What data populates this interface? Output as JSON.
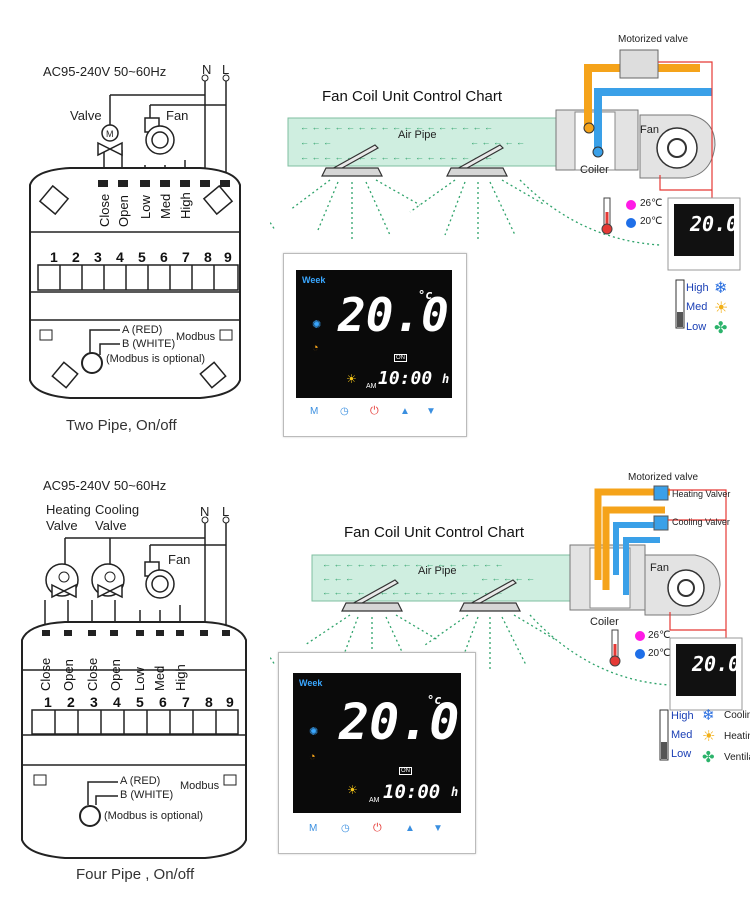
{
  "panel1": {
    "power_spec": "AC95-240V  50~60Hz",
    "n_label": "N",
    "l_label": "L",
    "valve_label": "Valve",
    "fan_label": "Fan",
    "wire_labels": [
      "Close",
      "Open",
      "Low",
      "Med",
      "High"
    ],
    "terminals": [
      "1",
      "2",
      "3",
      "4",
      "5",
      "6",
      "7",
      "8",
      "9"
    ],
    "modbus_a": "A (RED)",
    "modbus_b": "B (WHITE)",
    "modbus_title": "Modbus",
    "modbus_note": "(Modbus is optional)",
    "caption": "Two Pipe, On/off"
  },
  "chart1": {
    "title": "Fan Coil Unit Control Chart",
    "air_pipe": "Air Pipe",
    "motorized_valve": "Motorized valve",
    "fan": "Fan",
    "coiler": "Coiler",
    "temp_hot": "26℃",
    "temp_cold": "20℃"
  },
  "panel2": {
    "power_spec": "AC95-240V  50~60Hz",
    "n_label": "N",
    "l_label": "L",
    "heating_valve_label_1": "Heating",
    "heating_valve_label_2": "Valve",
    "cooling_valve_label_1": "Cooling",
    "cooling_valve_label_2": "Valve",
    "fan_label": "Fan",
    "wire_labels": [
      "Close",
      "Open",
      "Close",
      "Open",
      "Low",
      "Med",
      "High"
    ],
    "terminals": [
      "1",
      "2",
      "3",
      "4",
      "5",
      "6",
      "7",
      "8",
      "9"
    ],
    "modbus_a": "A (RED)",
    "modbus_b": "B (WHITE)",
    "modbus_title": "Modbus",
    "modbus_note": "(Modbus is optional)",
    "caption": "Four Pipe , On/off"
  },
  "chart2": {
    "title": "Fan Coil Unit Control Chart",
    "air_pipe": "Air Pipe",
    "motorized_valve": "Motorized valve",
    "heating_valver": "Heating Valver",
    "cooling_valver": "Cooling Valver",
    "fan": "Fan",
    "coiler": "Coiler",
    "temp_hot": "26℃",
    "temp_cold": "20℃",
    "mode_cooling": "Cooling",
    "mode_heating": "Heating",
    "mode_ventilation": "Ventilat"
  },
  "thermostat": {
    "week_label": "Week",
    "temperature": "20.0",
    "unit": "°c",
    "am": "AM",
    "time": "10:00",
    "hour_unit": "h",
    "on_badge": "ON"
  },
  "fan_speeds": {
    "high": "High",
    "med": "Med",
    "low": "Low"
  },
  "colors": {
    "hot": "#f5a31a",
    "cold": "#3aa0e8",
    "red_wire": "#e53935",
    "air_pipe": "#cfeee0",
    "arrow": "#2fa36b"
  }
}
